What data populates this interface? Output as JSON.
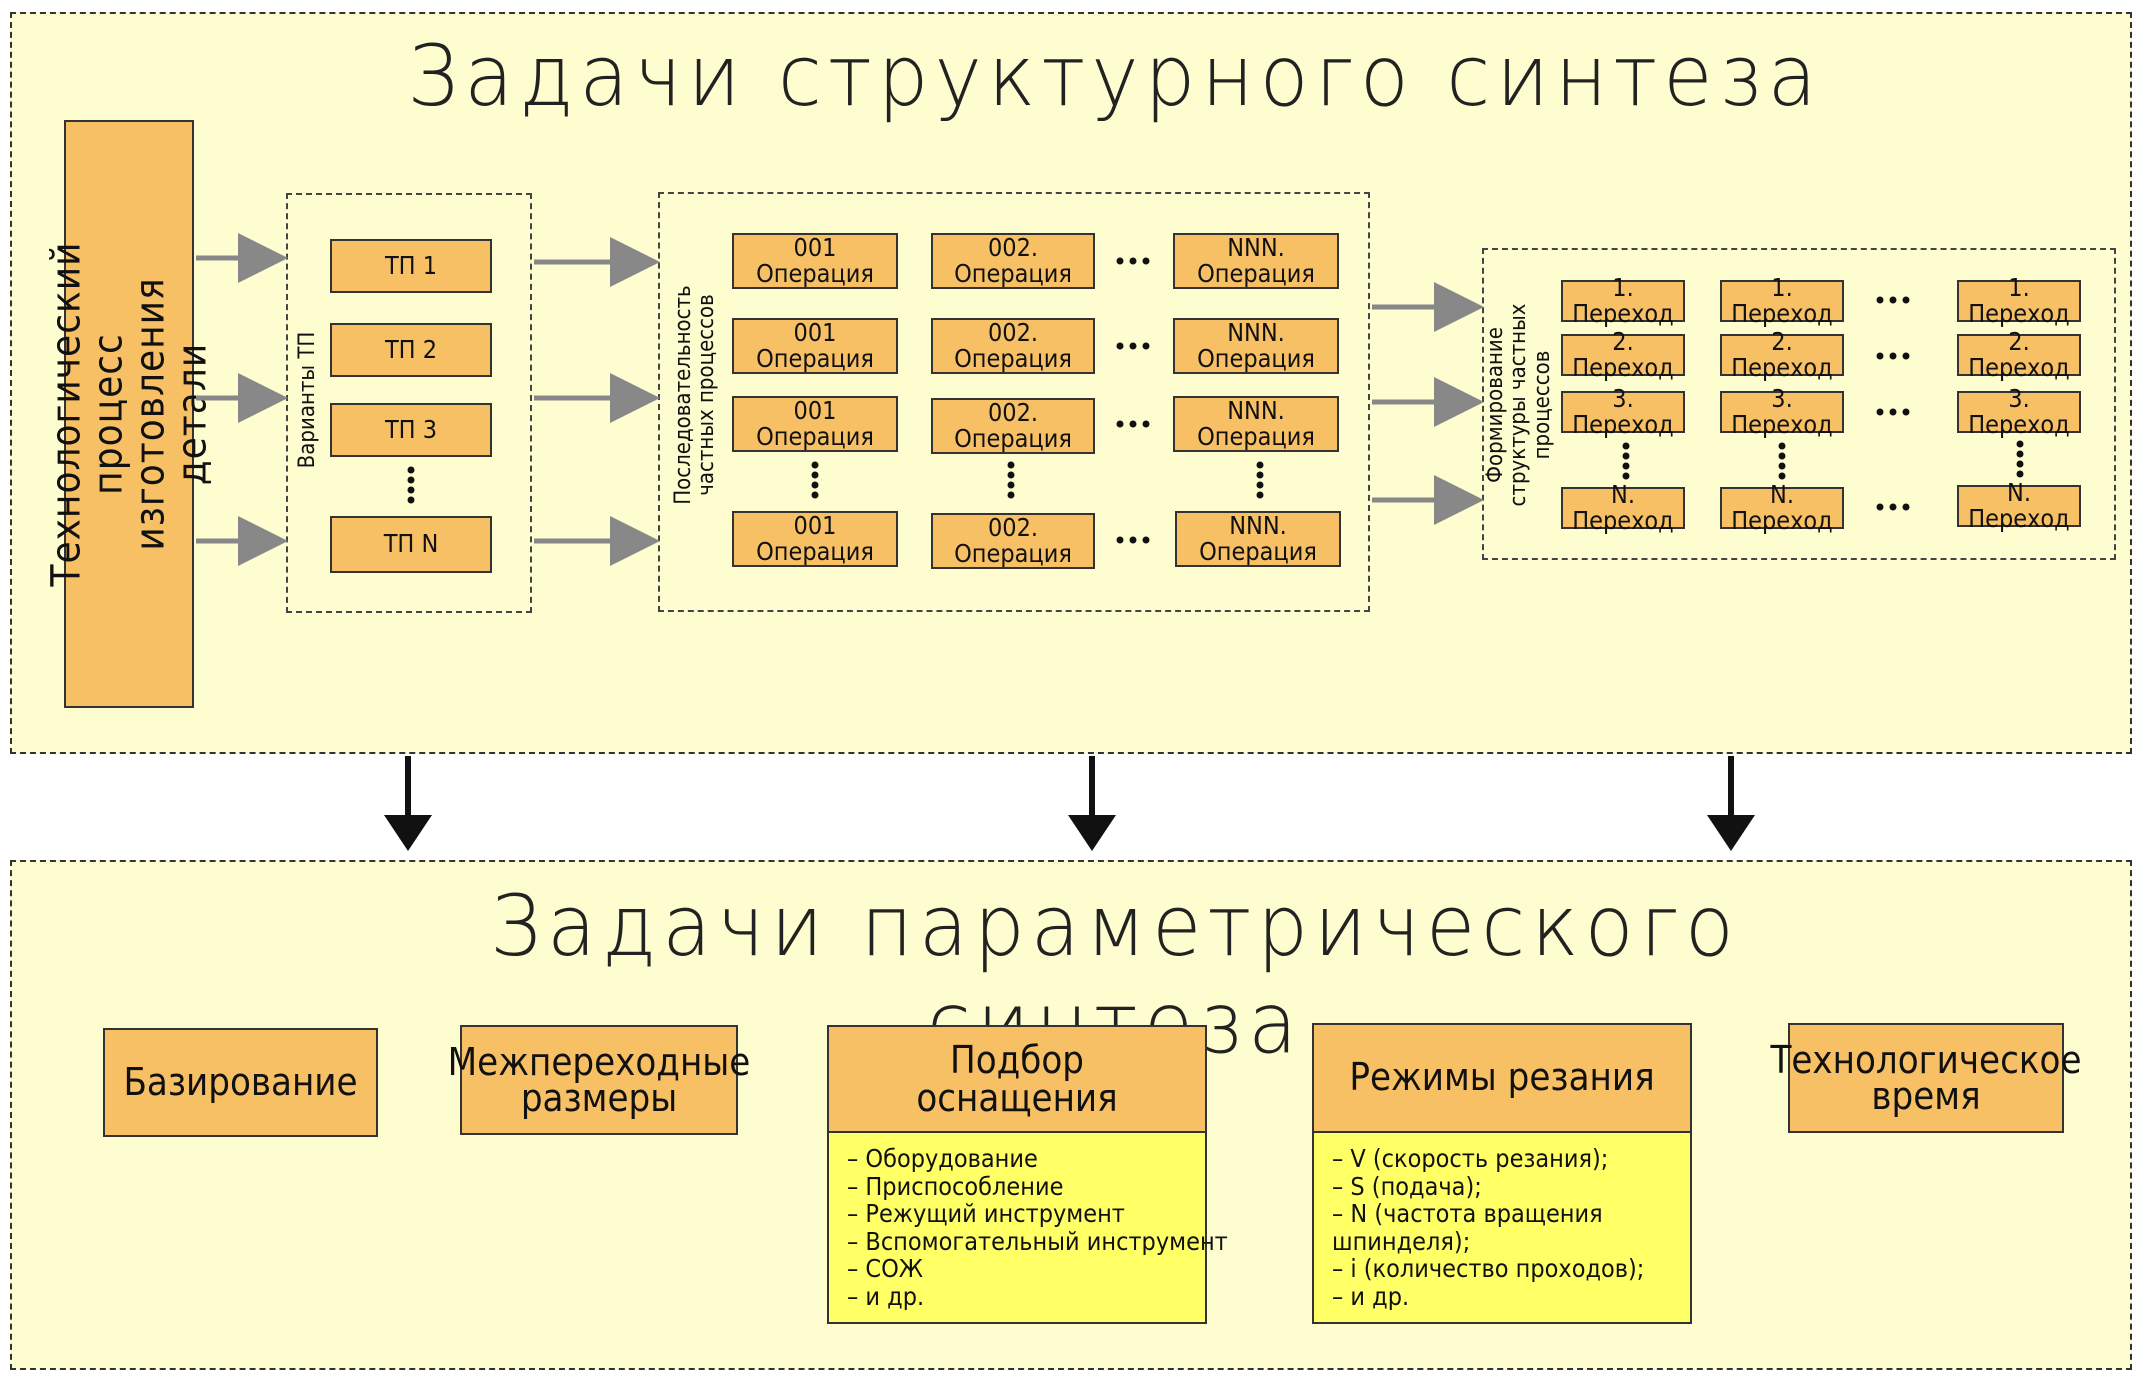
{
  "structural": {
    "title": "Задачи структурного синтеза",
    "process_label": "Технологический процесс изготовления детали",
    "variants_label": "Варианты ТП",
    "tp_items": [
      "ТП 1",
      "ТП 2",
      "ТП 3",
      "ТП N"
    ],
    "sequence_label": "Последовательность частных процессов",
    "operations": [
      [
        "001 Операция",
        "002. Операция",
        "NNN. Операция"
      ],
      [
        "001 Операция",
        "002. Операция",
        "NNN. Операция"
      ],
      [
        "001 Операция",
        "002. Операция",
        "NNN. Операция"
      ],
      [
        "001 Операция",
        "002. Операция",
        "NNN. Операция"
      ]
    ],
    "structure_label": "Формирование структуры частных процессов",
    "transitions": [
      [
        "1. Переход",
        "1. Переход",
        "1. Переход"
      ],
      [
        "2. Переход",
        "2. Переход",
        "2. Переход"
      ],
      [
        "3. Переход",
        "3. Переход",
        "3. Переход"
      ],
      [
        "N. Переход",
        "N. Переход",
        "N. Переход"
      ]
    ]
  },
  "parametric": {
    "title": "Задачи параметрического синтеза",
    "basing": "Базирование",
    "interop": "Межпереходные размеры",
    "equipment": {
      "title": "Подбор оснащения",
      "items": [
        "– Оборудование",
        "– Приспособление",
        "– Режущий инструмент",
        "– Вспомогательный инструмент",
        "– СОЖ",
        "– и др."
      ]
    },
    "cutting": {
      "title": "Режимы резания",
      "items": [
        "– V (скорость резания);",
        "– S (подача);",
        "– N (частота вращения",
        "шпинделя);",
        "– i (количество проходов);",
        "– и др."
      ]
    },
    "time": "Технологическое время"
  },
  "colors": {
    "panel": "#fdfdd0",
    "box": "#f8c065",
    "list": "#ffff66"
  }
}
